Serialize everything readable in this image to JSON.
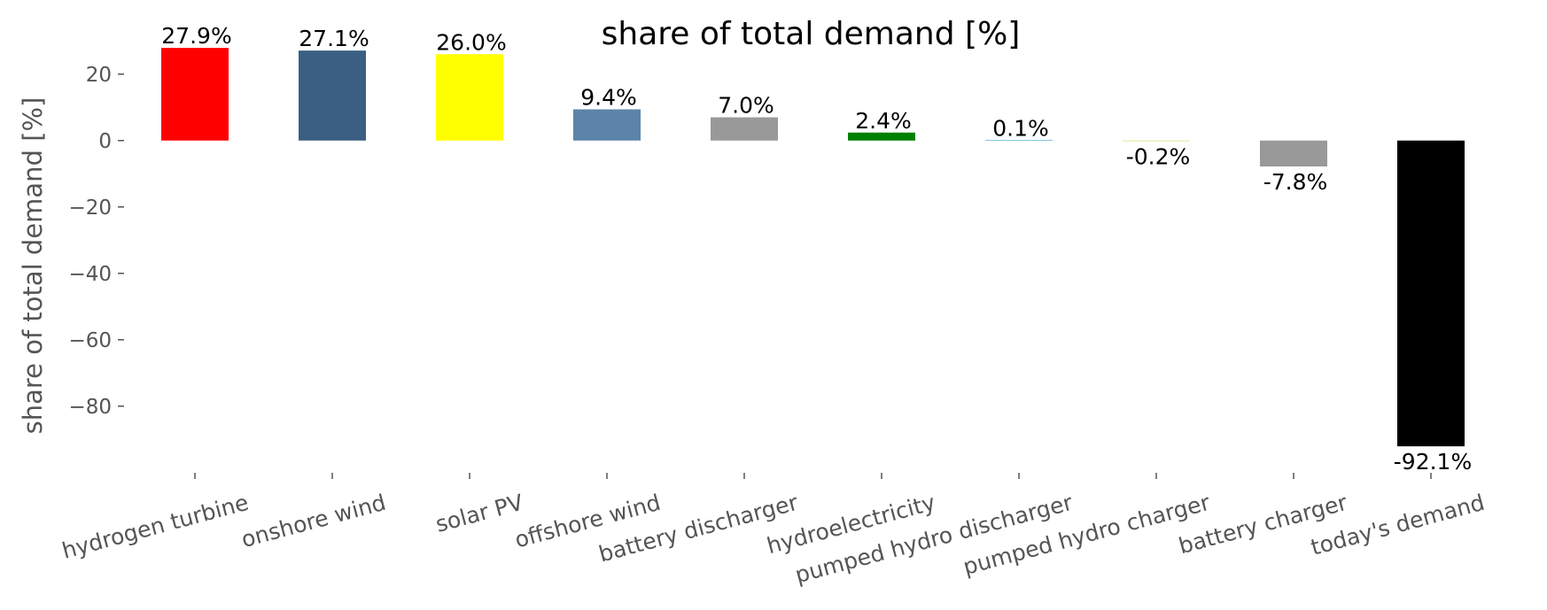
{
  "chart_data": {
    "type": "bar",
    "title": "share of total demand [%]",
    "xlabel": "",
    "ylabel": "share of total demand [%]",
    "ylim": [
      -99,
      33
    ],
    "yticks": [
      20,
      0,
      -20,
      -40,
      -60,
      -80
    ],
    "ytick_labels": [
      "20",
      "0",
      "−20",
      "−40",
      "−60",
      "−80"
    ],
    "grid": false,
    "categories": [
      "hydrogen turbine",
      "onshore wind",
      "solar PV",
      "offshore wind",
      "battery discharger",
      "hydroelectricity",
      "pumped hydro discharger",
      "pumped hydro charger",
      "battery charger",
      "today's demand"
    ],
    "values": [
      27.9,
      27.1,
      26.0,
      9.4,
      7.0,
      2.4,
      0.1,
      -0.2,
      -7.8,
      -92.1
    ],
    "data_labels": [
      "27.9%",
      "27.1%",
      "26.0%",
      "9.4%",
      "7.0%",
      "2.4%",
      "0.1%",
      "-0.2%",
      "-7.8%",
      "-92.1%"
    ],
    "colors": [
      "#ff0000",
      "#3a5f82",
      "#ffff00",
      "#5b84a8",
      "#999999",
      "#008000",
      "#30a0d0",
      "#d8e070",
      "#999999",
      "#000000"
    ]
  }
}
